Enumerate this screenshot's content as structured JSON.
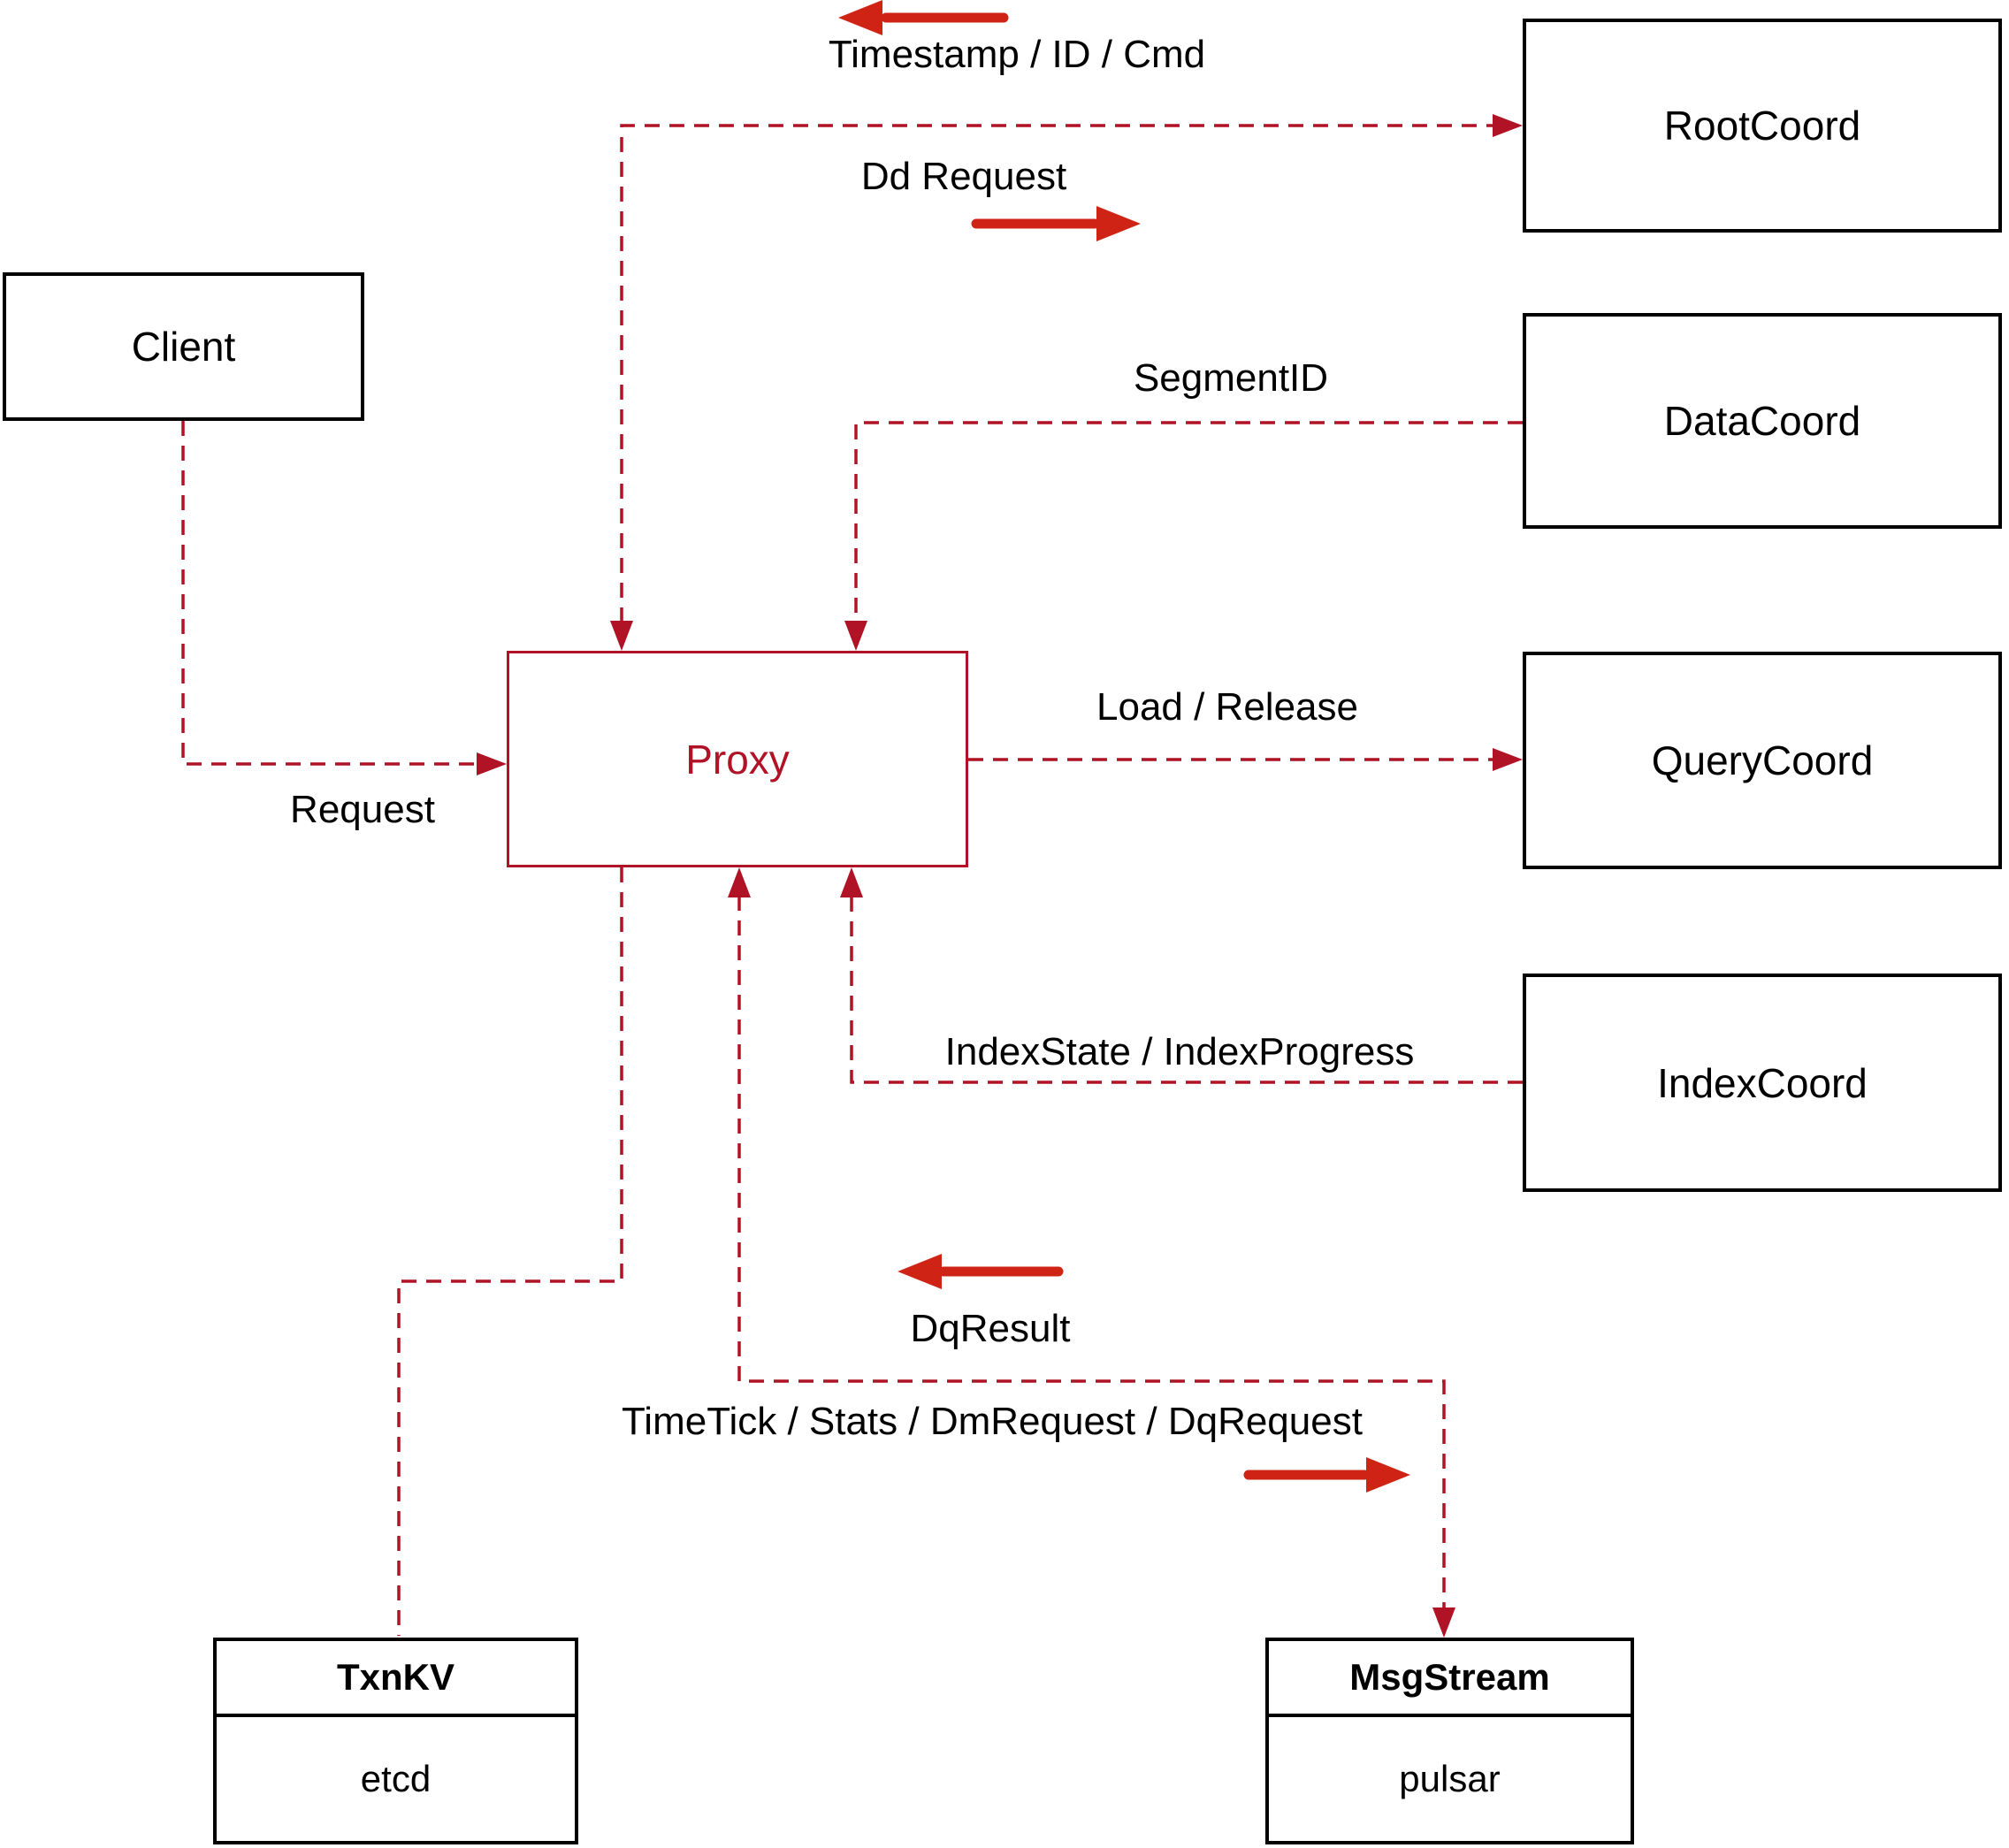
{
  "diagram": {
    "colors": {
      "connector": "#b01226",
      "direction_arrow": "#cf2415",
      "box_border": "#000000",
      "text": "#000000",
      "background": "#ffffff"
    },
    "nodes": {
      "client": {
        "label": "Client"
      },
      "proxy": {
        "label": "Proxy"
      },
      "root_coord": {
        "label": "RootCoord"
      },
      "data_coord": {
        "label": "DataCoord"
      },
      "query_coord": {
        "label": "QueryCoord"
      },
      "index_coord": {
        "label": "IndexCoord"
      },
      "txn_kv": {
        "title": "TxnKV",
        "impl": "etcd"
      },
      "msg_stream": {
        "title": "MsgStream",
        "impl": "pulsar"
      }
    },
    "edges": {
      "client_to_proxy": {
        "label": "Request"
      },
      "proxy_rootcoord_return": {
        "label": "Timestamp / ID / Cmd"
      },
      "proxy_rootcoord_send": {
        "label": "Dd Request"
      },
      "datacoord_to_proxy": {
        "label": "SegmentID"
      },
      "proxy_to_querycoord": {
        "label": "Load / Release"
      },
      "indexcoord_to_proxy": {
        "label": "IndexState / IndexProgress"
      },
      "msgstream_to_proxy": {
        "label": "DqResult"
      },
      "proxy_to_msgstream": {
        "label": "TimeTick / Stats / DmRequest / DqRequest"
      }
    }
  }
}
